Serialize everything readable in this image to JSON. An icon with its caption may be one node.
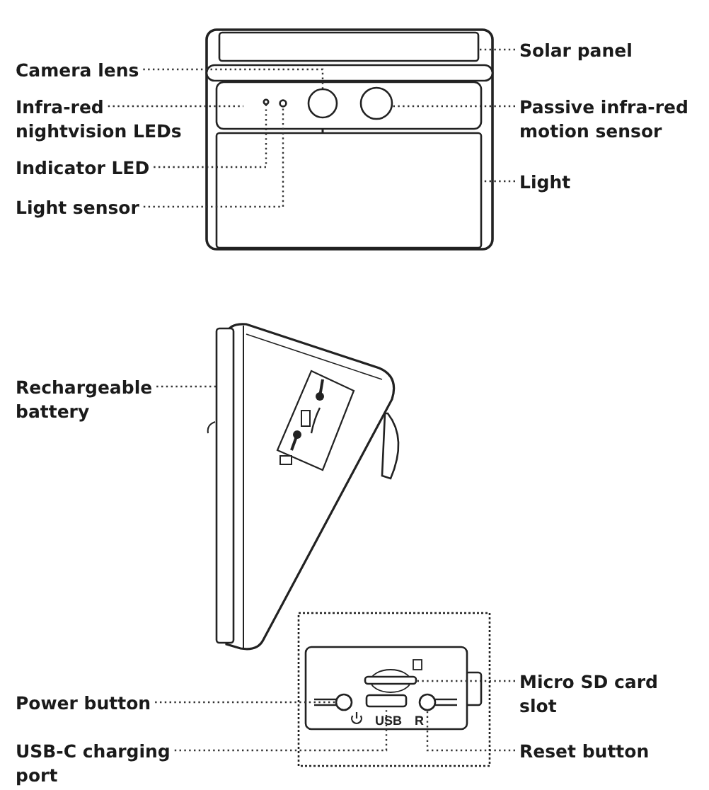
{
  "diagram": {
    "nodes": [
      {
        "text": [
          "Solar panel"
        ]
      },
      {
        "text": [
          "Camera lens"
        ]
      },
      {
        "text": [
          "Infra-red nightvision LEDs"
        ]
      },
      {
        "text": [
          "Passive infra-red motion sensor"
        ]
      },
      {
        "text": [
          "Indicator LED"
        ]
      },
      {
        "text": [
          "Light"
        ]
      },
      {
        "text": [
          "Light sensor"
        ]
      },
      {
        "text": [
          "Rechargeable battery"
        ]
      },
      {
        "text": [
          "Micro SD card slot"
        ]
      },
      {
        "text": [
          "Power button"
        ]
      },
      {
        "text": [
          "USB-C charging port"
        ]
      },
      {
        "text": [
          "Reset button"
        ]
      },
      {
        "text": [],
        "shape": "box"
      },
      {
        "text": [],
        "shape": "circle"
      },
      {
        "text": [],
        "shape": "circle"
      },
      {
        "text": [],
        "shape": "circle"
      },
      {
        "text": [],
        "shape": "box"
      },
      {
        "text": [],
        "shape": "box"
      },
      {
        "text": [],
        "shape": "box"
      },
      {
        "text": [],
        "shape": "circle"
      },
      {
        "text": [],
        "shape": "box"
      },
      {
        "text": [],
        "shape": "circle"
      },
      {
        "text": [],
        "shape": "circle"
      }
    ],
    "edges": [
      {
        "from": 0,
        "to": 12,
        "arrow": "none"
      },
      {
        "from": 1,
        "to": 13,
        "arrow": "none"
      },
      {
        "from": 2,
        "to": null,
        "arrow": "none"
      },
      {
        "from": 3,
        "to": 14,
        "arrow": "none"
      },
      {
        "from": 4,
        "to": 22,
        "arrow": "none"
      },
      {
        "from": 5,
        "to": 16,
        "arrow": "none"
      },
      {
        "from": 6,
        "to": 15,
        "arrow": "none"
      },
      {
        "from": 7,
        "to": 17,
        "arrow": "none"
      },
      {
        "from": 8,
        "to": 18,
        "arrow": "none"
      },
      {
        "from": 9,
        "to": 19,
        "arrow": "none"
      },
      {
        "from": 10,
        "to": 20,
        "arrow": "none"
      },
      {
        "from": 11,
        "to": 21,
        "arrow": "none"
      }
    ],
    "labels": [
      "USB",
      "R"
    ]
  }
}
